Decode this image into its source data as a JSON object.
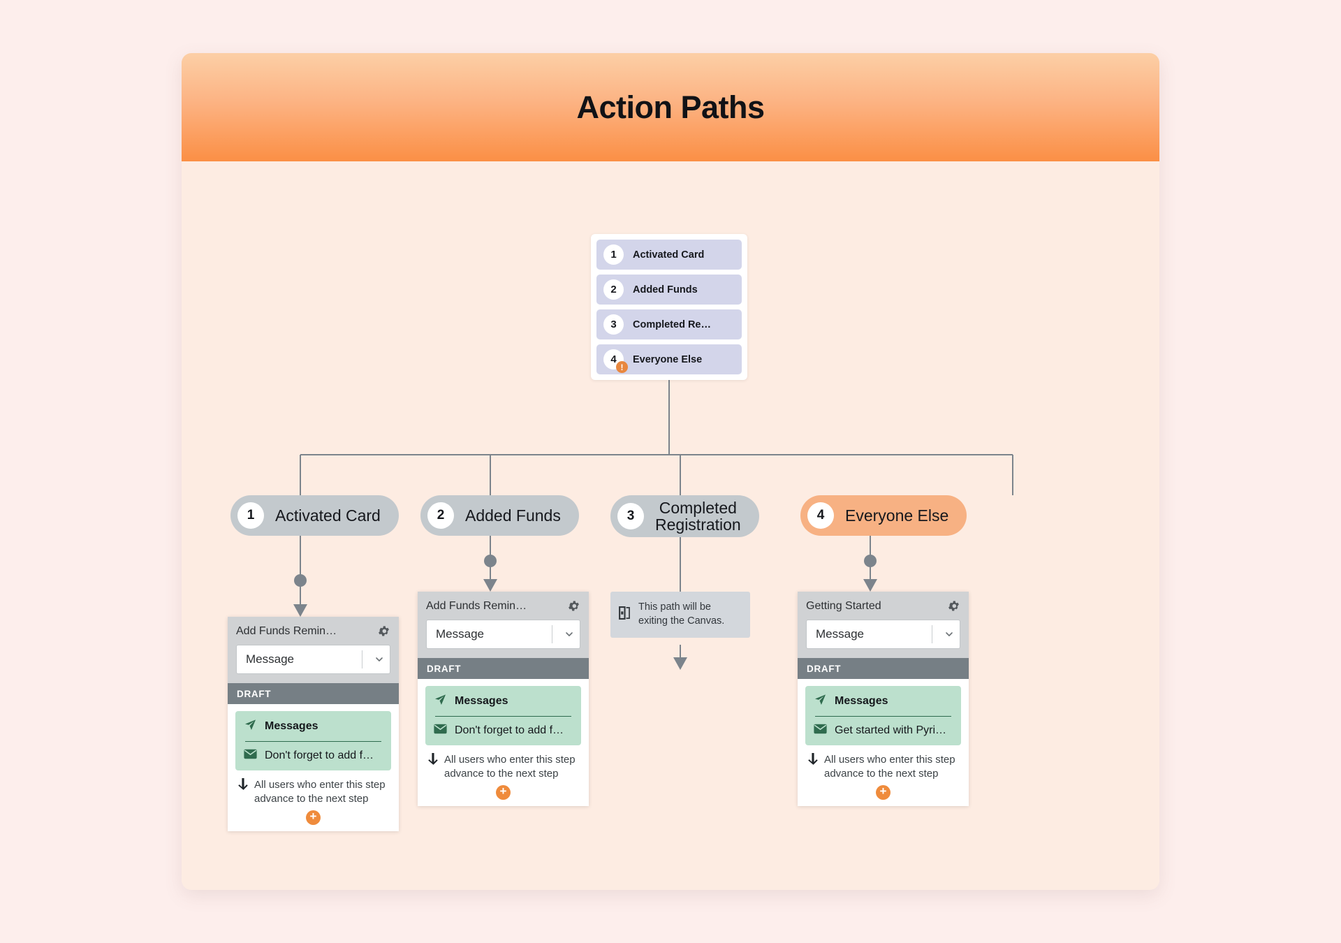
{
  "header": {
    "title": "Action Paths"
  },
  "colors": {
    "page_background": "#fdeeec",
    "canvas_background": "#fdece2",
    "header_gradient_top": "#fccfa6",
    "header_gradient_bottom": "#fb8f45",
    "step_row": "#d3d5ea",
    "pill_default": "#c3c9cd",
    "pill_highlight": "#f7b183",
    "draft_band": "#767f85",
    "message_box": "#bce0cd",
    "accent_orange": "#ef8b3c",
    "connector_line": "#7c848c"
  },
  "step_panel": {
    "items": [
      {
        "number": "1",
        "label": "Activated Card",
        "warning": false
      },
      {
        "number": "2",
        "label": "Added Funds",
        "warning": false
      },
      {
        "number": "3",
        "label": "Completed Re…",
        "warning": false
      },
      {
        "number": "4",
        "label": "Everyone Else",
        "warning": true,
        "warning_glyph": "!"
      }
    ]
  },
  "branches": [
    {
      "number": "1",
      "label": "Activated Card",
      "highlighted": false
    },
    {
      "number": "2",
      "label": "Added Funds",
      "highlighted": false
    },
    {
      "number": "3",
      "label": "Completed\nRegistration",
      "highlighted": false
    },
    {
      "number": "4",
      "label": "Everyone Else",
      "highlighted": true
    }
  ],
  "cards": [
    {
      "title": "Add Funds Remin…",
      "gear_icon": "gear-icon",
      "select_value": "Message",
      "chevron_icon": "chevron-down-icon",
      "status": "DRAFT",
      "message_icon": "paper-plane-icon",
      "message_title": "Messages",
      "item_icon": "envelope-icon",
      "item_label": "Don't forget to add f…",
      "advance_icon": "down-arrow-icon",
      "advance_text": "All users who enter this step advance to the next step",
      "add_icon": "plus-icon",
      "add_glyph": "+"
    },
    {
      "title": "Add Funds Remin…",
      "gear_icon": "gear-icon",
      "select_value": "Message",
      "chevron_icon": "chevron-down-icon",
      "status": "DRAFT",
      "message_icon": "paper-plane-icon",
      "message_title": "Messages",
      "item_icon": "envelope-icon",
      "item_label": "Don't forget to add f…",
      "advance_icon": "down-arrow-icon",
      "advance_text": "All users who enter this step advance to the next step",
      "add_icon": "plus-icon",
      "add_glyph": "+"
    },
    {
      "title": "Getting Started",
      "gear_icon": "gear-icon",
      "select_value": "Message",
      "chevron_icon": "chevron-down-icon",
      "status": "DRAFT",
      "message_icon": "paper-plane-icon",
      "message_title": "Messages",
      "item_icon": "envelope-icon",
      "item_label": "Get started with Pyri…",
      "advance_icon": "down-arrow-icon",
      "advance_text": "All users who enter this step advance to the next step",
      "add_icon": "plus-icon",
      "add_glyph": "+"
    }
  ],
  "exit_note": {
    "icon": "exit-door-icon",
    "text": "This path will be exiting the Canvas."
  }
}
